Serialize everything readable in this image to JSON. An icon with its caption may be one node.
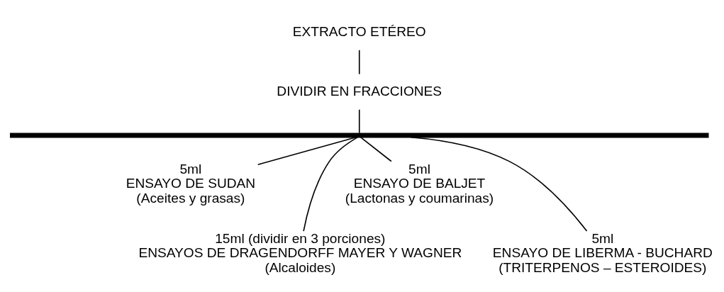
{
  "diagram": {
    "nodes": [
      {
        "text": [
          "EXTRACTO ETÉREO"
        ]
      },
      {
        "text": [
          "DIVIDIR EN FRACCIONES"
        ]
      },
      {
        "text": [],
        "shape": "bar"
      },
      {
        "text": [
          "5ml",
          "ENSAYO DE SUDAN",
          "(Aceites y grasas)"
        ]
      },
      {
        "text": [
          "15ml (dividir en 3 porciones)",
          "ENSAYOS DE DRAGENDORFF MAYER Y WAGNER",
          "(Alcaloides)"
        ]
      },
      {
        "text": [
          "5ml",
          "ENSAYO DE BALJET",
          "(Lactonas y coumarinas)"
        ]
      },
      {
        "text": [
          "5ml",
          "ENSAYO DE LIBERMA - BUCHARD",
          "(TRITERPENOS – ESTEROIDES)"
        ]
      }
    ],
    "edges": [
      {
        "from": 0,
        "to": 1,
        "arrow": "none"
      },
      {
        "from": 1,
        "to": 2,
        "arrow": "none"
      },
      {
        "from": 2,
        "to": 3,
        "arrow": "none"
      },
      {
        "from": 2,
        "to": 4,
        "arrow": "none"
      },
      {
        "from": 2,
        "to": 5,
        "arrow": "none"
      },
      {
        "from": 2,
        "to": 6,
        "arrow": "none"
      }
    ]
  }
}
